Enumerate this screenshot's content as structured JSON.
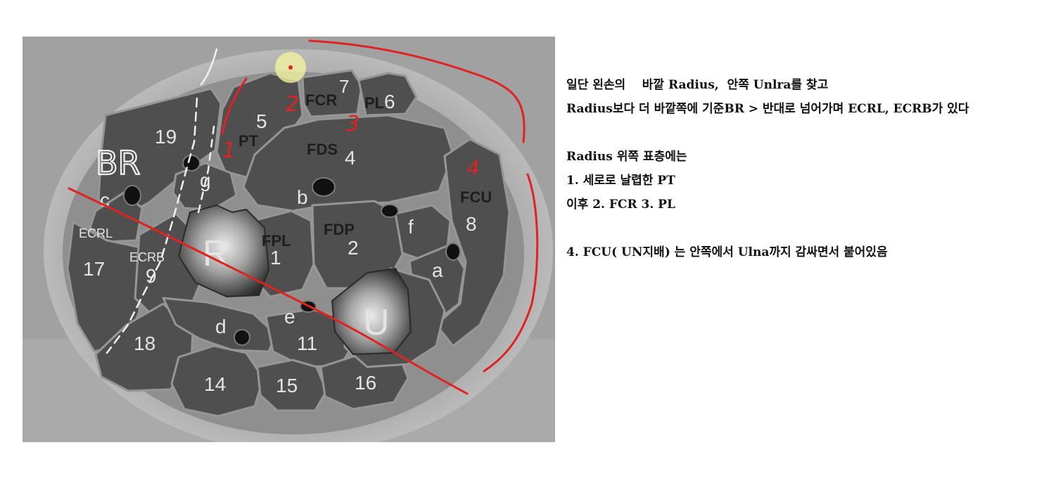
{
  "figure": {
    "muscle_labels": {
      "n5": "5",
      "pt": "PT",
      "n19": "19",
      "g": "g",
      "c": "c",
      "ecrl": "ECRL",
      "n17": "17",
      "ecrb": "ECRB",
      "n9": "9",
      "n18": "18",
      "fcr": "FCR",
      "n7": "7",
      "pl": "PL",
      "n6": "6",
      "fds": "FDS",
      "n4": "4",
      "b": "b",
      "fdp": "FDP",
      "n2": "2",
      "fpl": "FPL",
      "n1": "1",
      "f": "f",
      "fcu": "FCU",
      "n8": "8",
      "a": "a",
      "d": "d",
      "e": "e",
      "n11": "11",
      "n14": "14",
      "n15": "15",
      "n16": "16"
    },
    "bone_labels": {
      "radius": "R",
      "ulna": "U"
    },
    "annotations": {
      "num1": "1",
      "num2": "2",
      "num3": "3",
      "num4": "4",
      "br": "BR"
    }
  },
  "notes": {
    "line1": "일단 왼손의    바깥 Radius,  안쪽 Unlra를 찾고",
    "line2": "Radius보다 더 바깥쪽에 기준BR > 반대로 넘어가며 ECRL, ECRB가 있다",
    "line3": "Radius 위쪽 표층에는",
    "line4": "1. 세로로 날렵한 PT",
    "line5": "이후 2. FCR 3. PL",
    "line6": "4. FCU( UN지배) 는 안쪽에서 Ulna까지 감싸면서 붙어있음"
  },
  "colors": {
    "background": "#9c9c9c",
    "skin_ring": "#b6b6b6",
    "fascia": "#8e8e8e",
    "muscle": "#4f4f4f",
    "bone": "#d4d4d4",
    "annotation_red": "#e02222",
    "annotation_white": "#f0f0f0",
    "text": "#111111"
  }
}
